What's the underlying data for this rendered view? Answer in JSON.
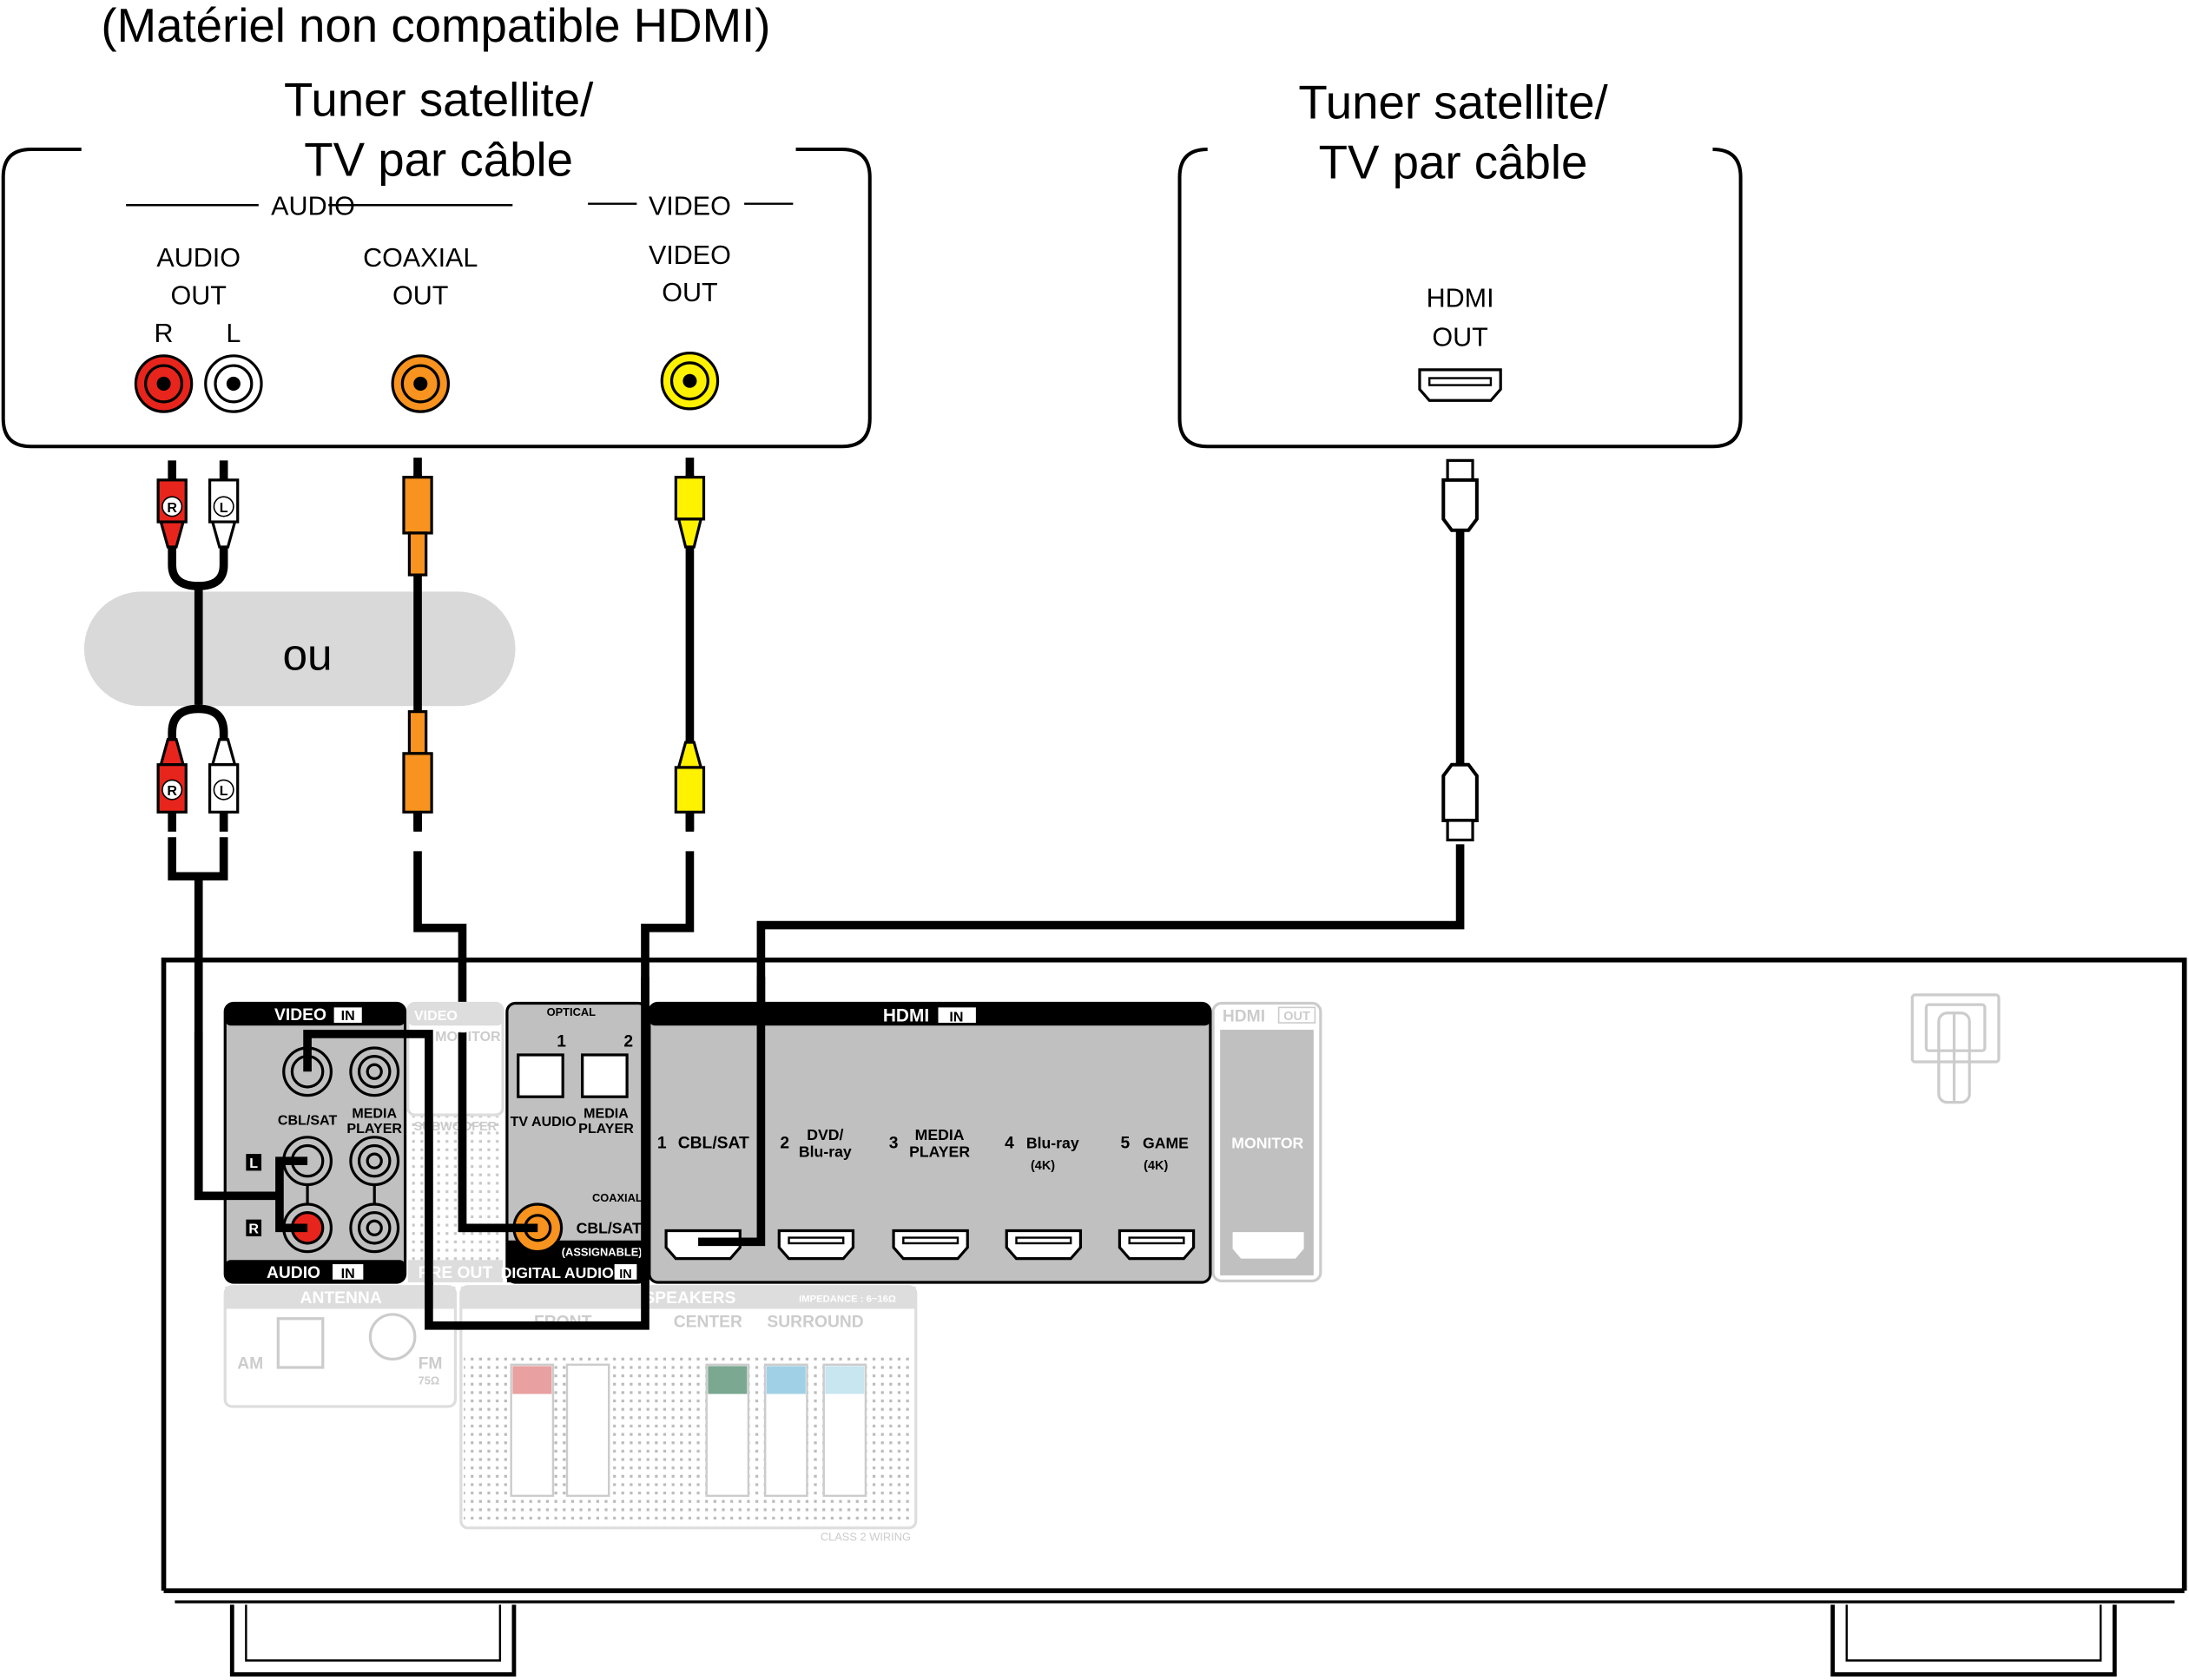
{
  "title": "(Matériel non compatible HDMI)",
  "left_device": {
    "name_line1": "Tuner satellite/",
    "name_line2": "TV par câble",
    "audio_group": "AUDIO",
    "video_group": "VIDEO",
    "audio_out": [
      "AUDIO",
      "OUT"
    ],
    "channel_r": "R",
    "channel_l": "L",
    "coaxial_out": [
      "COAXIAL",
      "OUT"
    ],
    "video_out": [
      "VIDEO",
      "OUT"
    ]
  },
  "right_device": {
    "name_line1": "Tuner satellite/",
    "name_line2": "TV par câble",
    "hdmi_out": [
      "HDMI",
      "OUT"
    ]
  },
  "or_label": "ou",
  "plug_labels": {
    "r": "R",
    "l": "L"
  },
  "colors": {
    "red": "#e8251c",
    "white": "#ffffff",
    "orange": "#f7931e",
    "yellow": "#fff200",
    "panel_gray": "#c0c0c0"
  },
  "receiver": {
    "video_in": "VIDEO",
    "in": "IN",
    "out": "OUT",
    "audio_in": "AUDIO",
    "cbl_sat": "CBL/SAT",
    "media_player": [
      "MEDIA",
      "PLAYER"
    ],
    "video_out": "VIDEO",
    "monitor": "MONITOR",
    "subwoofer": "SUBWOOFER",
    "pre_out": "PRE OUT",
    "optical": "OPTICAL",
    "opt1": "1",
    "opt2": "2",
    "tv_audio": "TV AUDIO",
    "coaxial": "COAXIAL",
    "assignable": "(ASSIGNABLE)",
    "digital_audio": "DIGITAL AUDIO",
    "hdmi": "HDMI",
    "hdmi_inputs": [
      {
        "num": "1",
        "label": [
          "CBL/SAT"
        ]
      },
      {
        "num": "2",
        "label": [
          "DVD/",
          "Blu-ray"
        ]
      },
      {
        "num": "3",
        "label": [
          "MEDIA",
          "PLAYER"
        ]
      },
      {
        "num": "4",
        "label": [
          "Blu-ray",
          "(4K)"
        ]
      },
      {
        "num": "5",
        "label": [
          "GAME",
          "(4K)"
        ]
      }
    ],
    "antenna": "ANTENNA",
    "am": "AM",
    "fm": "FM",
    "fm_ohm": "75Ω",
    "speakers": "SPEAKERS",
    "impedance": "IMPEDANCE : 6~16Ω",
    "front": "FRONT",
    "center": "CENTER",
    "surround": "SURROUND",
    "class2": "CLASS 2 WIRING"
  }
}
